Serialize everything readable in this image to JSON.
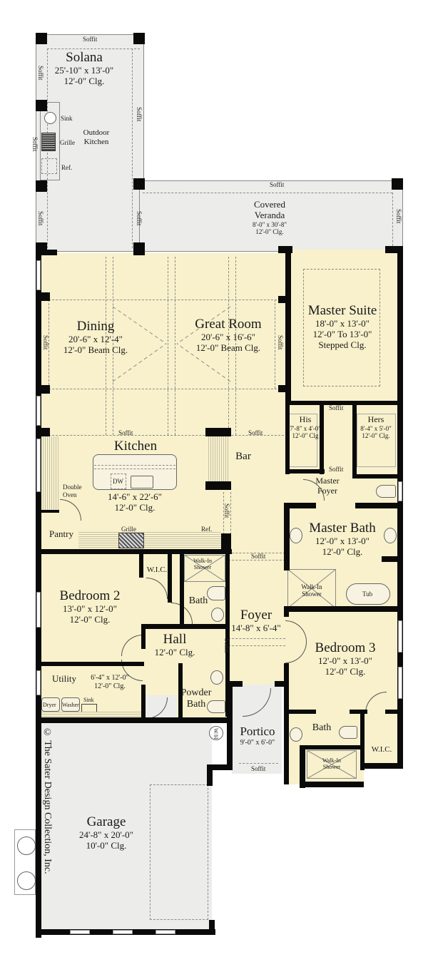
{
  "plan": {
    "copyright": "© The Sater Design Collection, Inc.",
    "colors": {
      "interior": "#f8f1cc",
      "exterior": "#ececea",
      "wall": "#0a0a0a"
    },
    "rooms": {
      "solana": {
        "name": "Solana",
        "dims": "25'-10\" x 13'-0\"",
        "ceiling": "12'-0\" Clg."
      },
      "outdoor_kitchen": {
        "name": "Outdoor Kitchen",
        "line1": "Outdoor",
        "line2": "Kitchen",
        "sink": "Sink",
        "grille": "Grille",
        "ref": "Ref."
      },
      "veranda": {
        "line1": "Covered",
        "line2": "Veranda",
        "dims": "8'-0\" x 30'-8\"",
        "ceiling": "12'-0\" Clg."
      },
      "dining": {
        "name": "Dining",
        "dims": "20'-6\" x 12'-4\"",
        "ceiling": "12'-0\"  Beam Clg."
      },
      "great_room": {
        "name": "Great Room",
        "dims": "20'-6\" x 16'-6\"",
        "ceiling": "12'-0\" Beam Clg."
      },
      "master_suite": {
        "name": "Master Suite",
        "dims": "18'-0\" x 13'-0\"",
        "ceiling": "12'-0\" To 13'-0\"",
        "ceiling2": "Stepped Clg."
      },
      "his": {
        "name": "His",
        "dims": "7'-8\" x 4'-0\"",
        "ceiling": "12'-0\" Clg"
      },
      "hers": {
        "name": "Hers",
        "dims": "8'-4\" x 5'-0\"",
        "ceiling": "12'-0\" Clg."
      },
      "kitchen": {
        "name": "Kitchen",
        "dims": "14'-6\" x 22'-6\"",
        "ceiling": "12'-0\" Clg.",
        "dw": "DW",
        "double_oven_1": "Double",
        "double_oven_2": "Oven",
        "grille": "Grille",
        "ref": "Ref."
      },
      "bar": {
        "name": "Bar"
      },
      "pantry": {
        "name": "Pantry"
      },
      "master_foyer": {
        "line1": "Master",
        "line2": "Foyer"
      },
      "master_bath": {
        "name": "Master Bath",
        "dims": "12'-0\" x 13'-0\"",
        "ceiling": "12'-0\" Clg.",
        "shower1": "Walk-In",
        "shower2": "Shower",
        "tub": "Tub"
      },
      "bedroom2": {
        "name": "Bedroom 2",
        "dims": "13'-0\" x 12'-0\"",
        "ceiling": "12'-0\" Clg."
      },
      "wic2": {
        "name": "W.I.C."
      },
      "bath2": {
        "name": "Bath",
        "shower1": "Walk-In",
        "shower2": "Shower"
      },
      "foyer": {
        "name": "Foyer",
        "dims": "14'-8\" x 6'-4\""
      },
      "hall": {
        "name": "Hall",
        "ceiling": "12'-0\" Clg."
      },
      "bedroom3": {
        "name": "Bedroom 3",
        "dims": "12'-0\" x 13'-0\"",
        "ceiling": "12'-0\" Clg."
      },
      "utility": {
        "name": "Utility",
        "dims": "6'-4\" x 12'-0\"",
        "ceiling": "12'-0\" Clg.",
        "dryer": "Dryer",
        "washer": "Washer",
        "sink": "Sink"
      },
      "powder": {
        "line1": "Powder",
        "line2": "Bath"
      },
      "portico": {
        "name": "Portico",
        "dims": "9'-0\" x 6'-0\"",
        "soffit": "Soffit"
      },
      "bath3": {
        "name": "Bath",
        "shower1": "Walk-In",
        "shower2": "Shower"
      },
      "wic3": {
        "name": "W.I.C."
      },
      "garage": {
        "name": "Garage",
        "dims": "24'-8\" x 20'-0\"",
        "ceiling": "10'-0\" Clg.",
        "wh": "W/H"
      }
    },
    "soffit": "Soffit"
  }
}
